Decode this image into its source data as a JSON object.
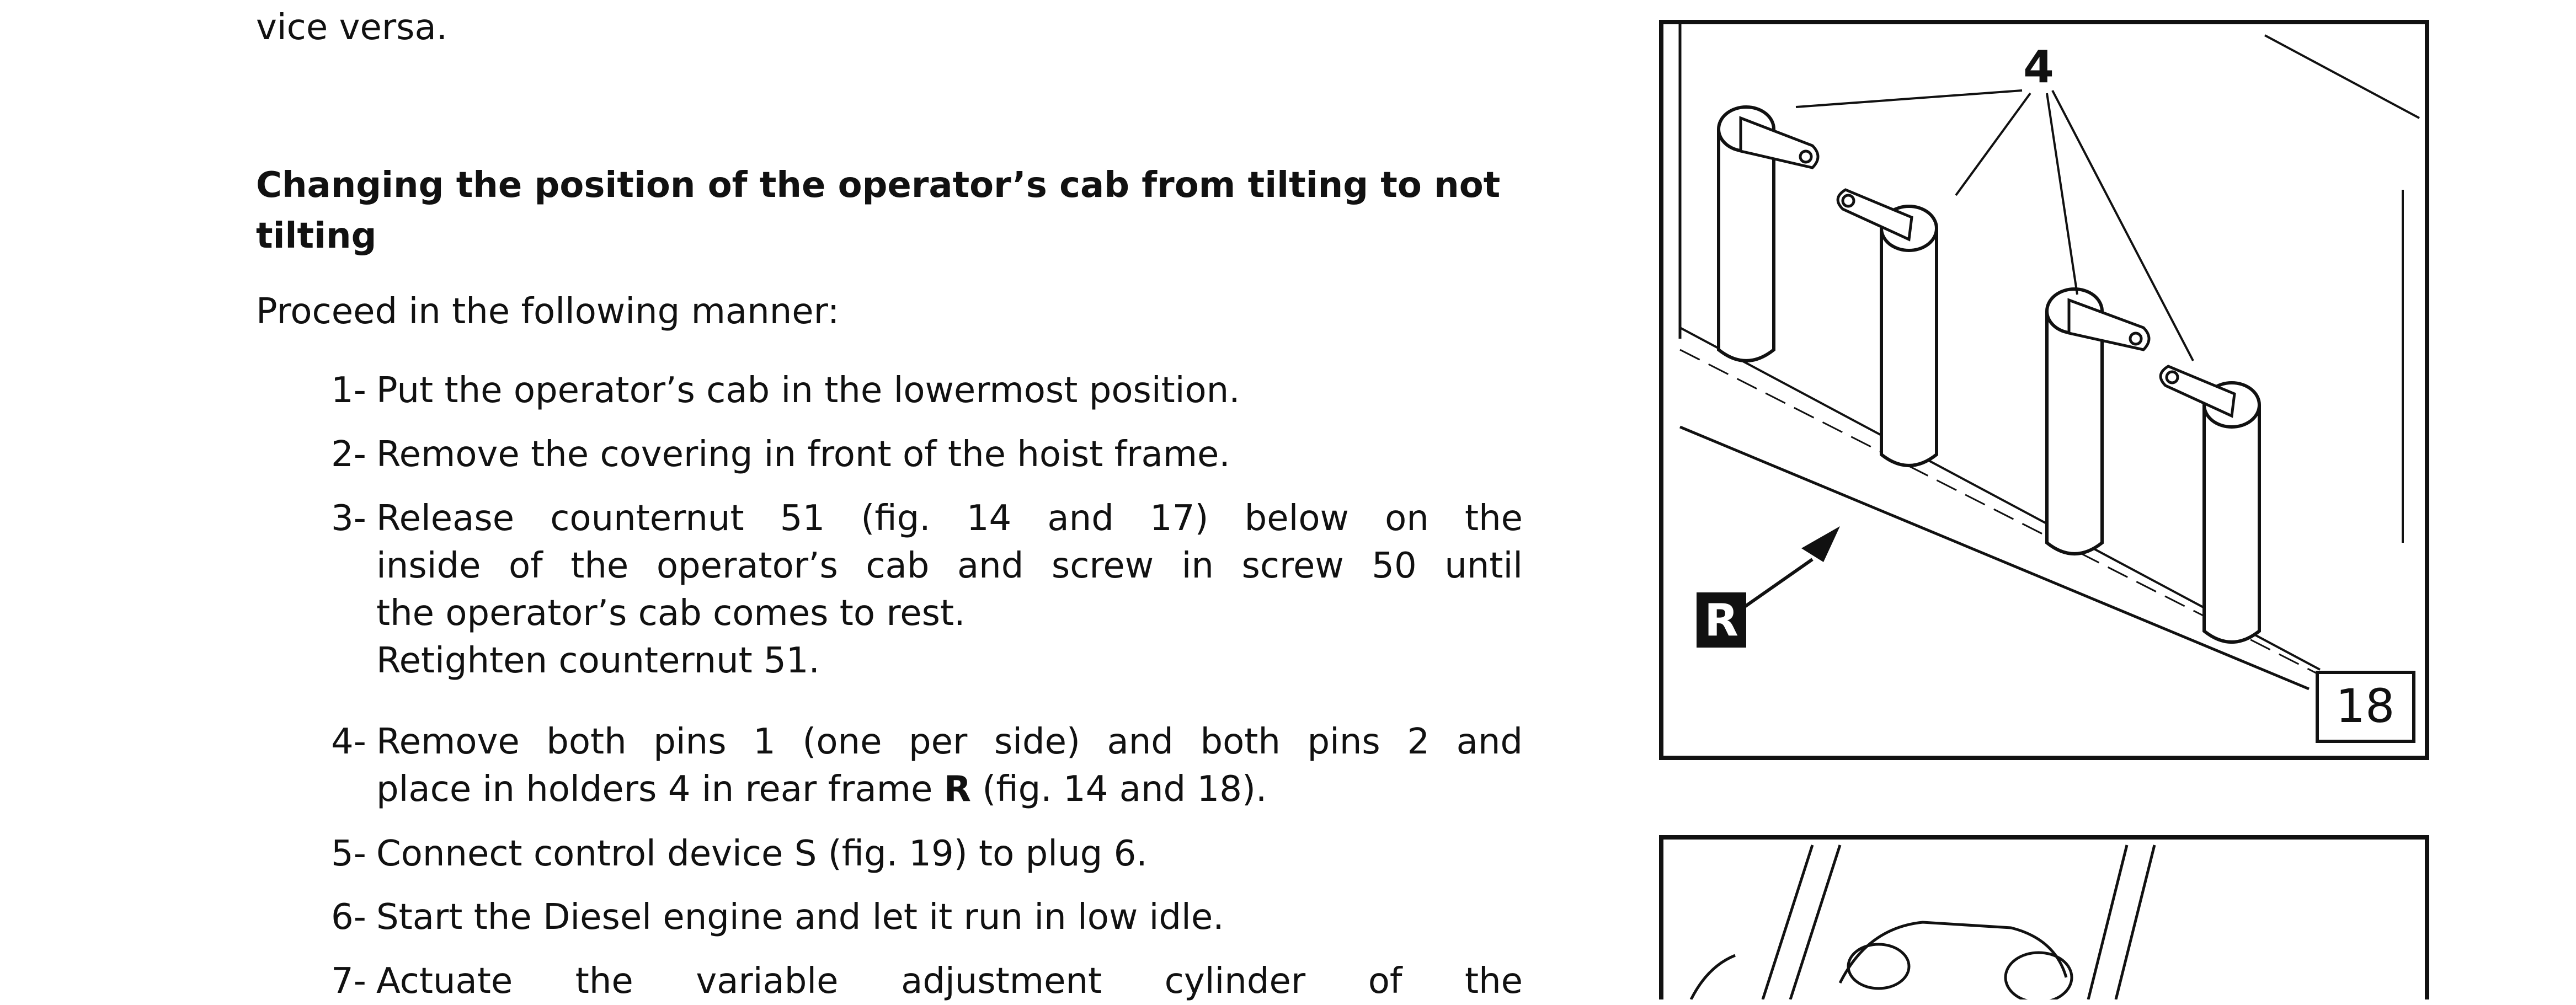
{
  "document": {
    "fragment_line": "vice versa.",
    "heading": "Changing the position of the operator’s cab from tilting to not tilting",
    "intro": "Proceed in the following manner:",
    "steps": [
      {
        "num": "1-",
        "lines": [
          "Put the operator’s cab in the lowermost position."
        ]
      },
      {
        "num": "2-",
        "lines": [
          "Remove the covering in front of the hoist frame."
        ]
      },
      {
        "num": "3-",
        "lines": [
          "Release counternut 51 (fig. 14 and 17) below on the",
          "inside of the operator’s cab and screw in screw 50 until",
          "the operator’s cab comes to rest.",
          "Retighten counternut 51."
        ]
      },
      {
        "num": "4-",
        "lines": [
          "Remove both pins 1 (one per side) and both pins 2 and",
          "place in holders 4 in rear frame ",
          "R",
          " (fig. 14 and 18)."
        ]
      },
      {
        "num": "5-",
        "lines": [
          "Connect control device S (fig. 19) to plug 6."
        ]
      },
      {
        "num": "6-",
        "lines": [
          "Start the Diesel engine and let it run in low idle."
        ]
      },
      {
        "num": "7-",
        "lines": [
          "Actuate the variable adjustment cylinder of the"
        ]
      }
    ]
  },
  "figure_18": {
    "callout": "4",
    "frame_label": "R",
    "figure_number": "18"
  }
}
